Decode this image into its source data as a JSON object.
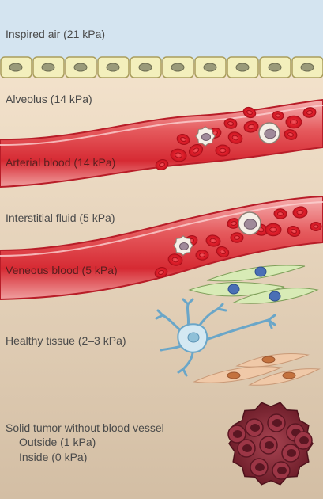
{
  "labels": {
    "inspired_air": "Inspired air (21 kPa)",
    "alveolus": "Alveolus (14 kPa)",
    "arterial_blood": "Arterial blood (14 kPa)",
    "interstitial_fluid": "Interstitial fluid (5 kPa)",
    "venous_blood": "Veneous blood (5 kPa)",
    "healthy_tissue": "Healthy tissue (2–3 kPa)",
    "solid_tumor": "Solid tumor without blood vessel",
    "tumor_outside": "Outside (1 kPa)",
    "tumor_inside": "Inside (0 kPa)"
  },
  "colors": {
    "air_band": "#d4e4f0",
    "tissue_top": "#f7e6cf",
    "tissue_bottom": "#d5c0a6",
    "vessel": "#d9242e",
    "vessel_light": "#f4a3a3",
    "alveolar_cell": "#f3efbc",
    "tumor": "#8b2e3a"
  }
}
